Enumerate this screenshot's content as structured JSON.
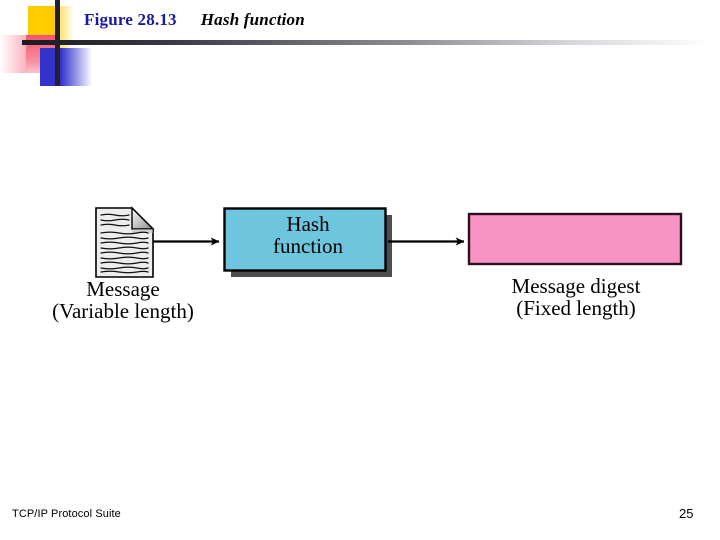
{
  "slide": {
    "figure_number": "Figure 28.13",
    "figure_caption": "Hash function"
  },
  "diagram": {
    "type": "flow",
    "nodes": [
      {
        "id": "message",
        "icon": "document-icon",
        "label_line1": "Message",
        "label_line2": "(Variable length)",
        "fill": "#e8e8e8"
      },
      {
        "id": "hash-function",
        "label_line1": "Hash",
        "label_line2": "function",
        "fill": "#6ec6de",
        "stroke": "#000000",
        "shadow": "#4d4d4d"
      },
      {
        "id": "message-digest",
        "label_line1": "Message digest",
        "label_line2": "(Fixed length)",
        "fill": "#f794c4",
        "stroke": "#2b1020"
      }
    ],
    "arrows": [
      {
        "from": "message",
        "to": "hash-function"
      },
      {
        "from": "hash-function",
        "to": "message-digest"
      }
    ]
  },
  "footer": {
    "book_title": "TCP/IP Protocol Suite",
    "page_number": "25"
  },
  "colors": {
    "figure_number": "#1a1a9e",
    "hash_box": "#6ec6de",
    "digest_box": "#f794c4",
    "deco_yellow": "#ffcc00",
    "deco_red": "#f4536b",
    "deco_blue": "#3333cc",
    "rule": "#1a1a22"
  }
}
